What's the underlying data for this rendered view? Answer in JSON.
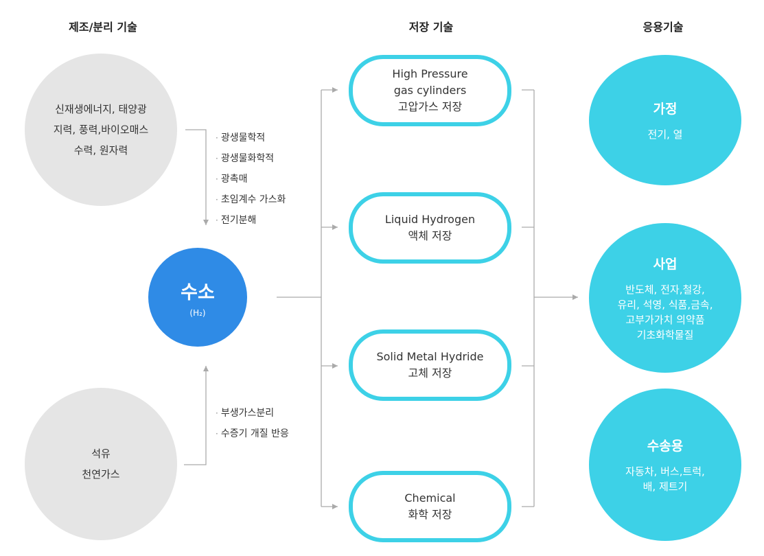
{
  "headers": {
    "production": "제조/분리 기술",
    "storage": "저장 기술",
    "application": "응용기술"
  },
  "sources": {
    "renewable": [
      "신재생에너지, 태양광",
      "지력, 풍력,바이오매스",
      "수력, 원자력"
    ],
    "fossil": [
      "석유",
      "천연가스"
    ]
  },
  "methods": {
    "renewable": [
      "광생물학적",
      "광생물화학적",
      "광촉매",
      "초임계수 가스화",
      "전기분해"
    ],
    "fossil": [
      "부생가스분리",
      "수증기 개질 반응"
    ],
    "bullet": "·"
  },
  "hydrogen": {
    "title": "수소",
    "formula": "(H₂)"
  },
  "storage": [
    {
      "lines": [
        "High Pressure",
        "gas cylinders",
        "고압가스 저장"
      ]
    },
    {
      "lines": [
        "Liquid Hydrogen",
        "액체 저장"
      ]
    },
    {
      "lines": [
        "Solid Metal Hydride",
        "고체 저장"
      ]
    },
    {
      "lines": [
        "Chemical",
        "화학 저장"
      ]
    }
  ],
  "applications": [
    {
      "title": "가정",
      "desc": [
        "전기, 열"
      ]
    },
    {
      "title": "사업",
      "desc": [
        "반도체, 전자,철강,",
        "유리, 석영, 식품,금속,",
        "고부가가치 의약품",
        "기초화학물질"
      ]
    },
    {
      "title": "수송용",
      "desc": [
        "자동차, 버스,트럭,",
        "배, 제트기"
      ]
    }
  ],
  "colors": {
    "accent": "#3dd1e7",
    "hydrogen": "#2f8be6",
    "source": "#e5e5e5",
    "connector": "#aaaaaa"
  }
}
